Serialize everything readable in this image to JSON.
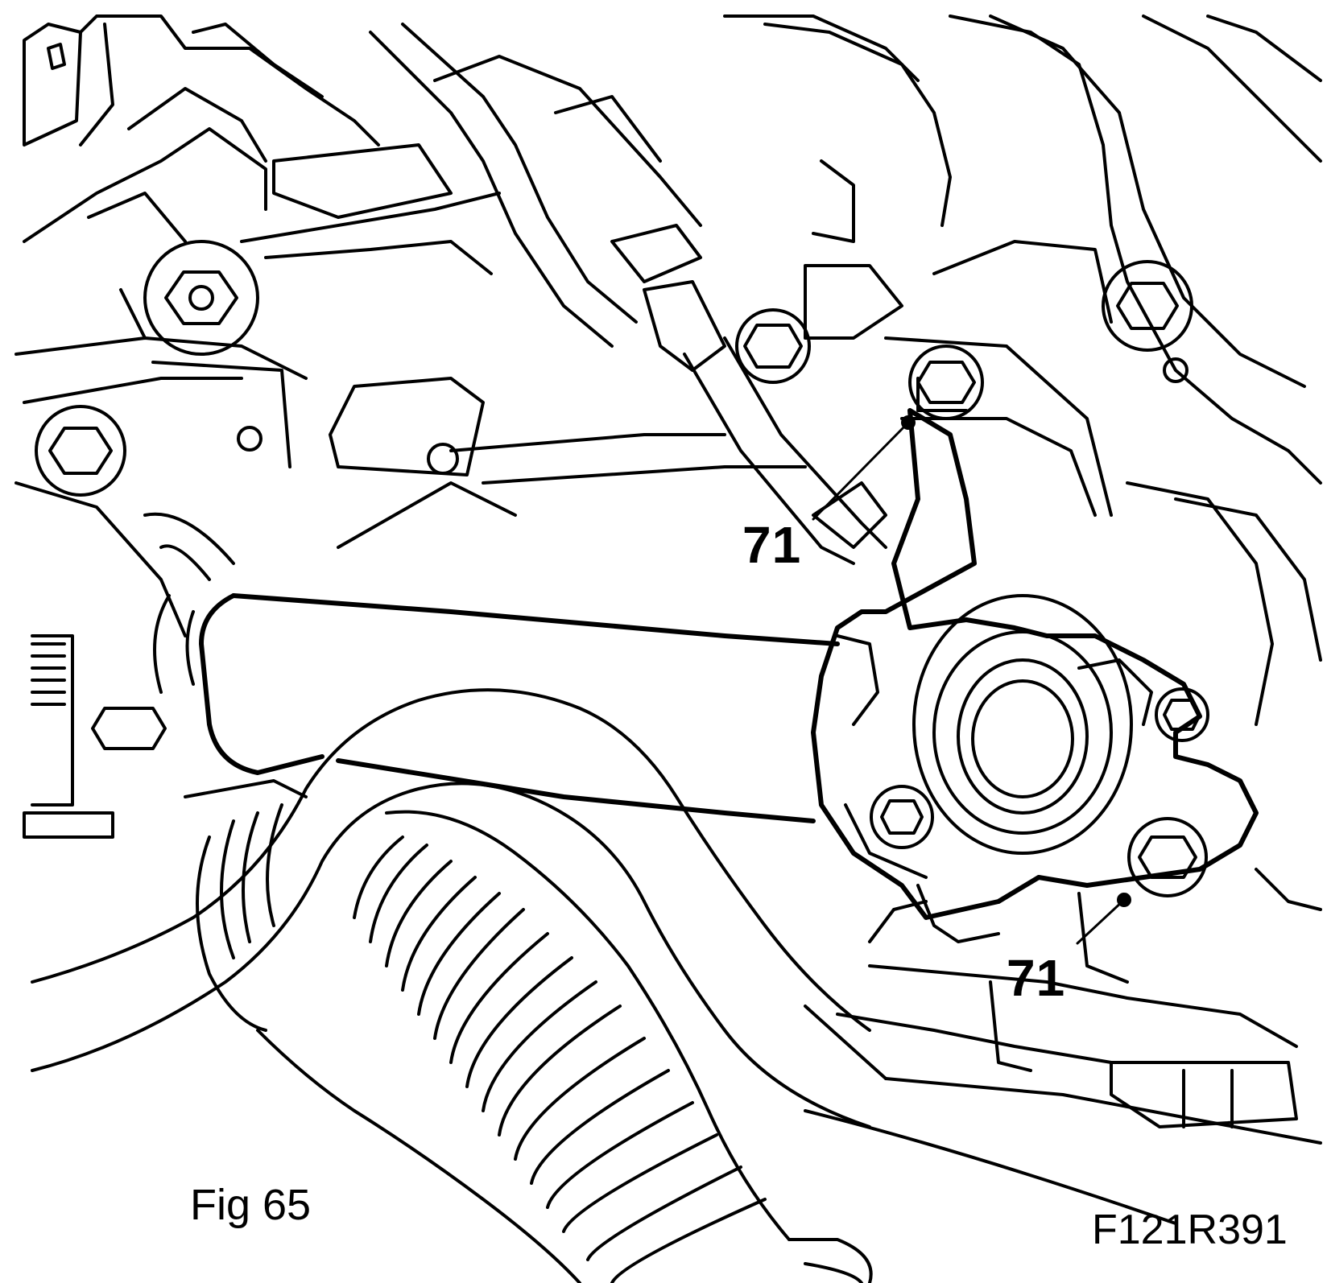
{
  "figure": {
    "caption": "Fig 65",
    "reference_code": "F121R391"
  },
  "callouts": [
    {
      "label": "71"
    },
    {
      "label": "71"
    }
  ]
}
